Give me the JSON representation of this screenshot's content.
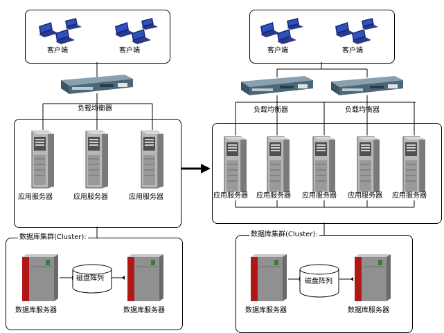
{
  "left": {
    "clients": [
      "客户端",
      "客户端"
    ],
    "load_balancer": "负载均衡器",
    "app_servers": [
      "应用服务器",
      "应用服务器",
      "应用服务器"
    ],
    "cluster_title": "数据库集群(Cluster):",
    "db_servers": [
      "数据库服务器",
      "数据库服务器"
    ],
    "disk_array": "磁盘阵列"
  },
  "right": {
    "clients": [
      "客户端",
      "客户端"
    ],
    "load_balancers": [
      "负载均衡器",
      "负载均衡器"
    ],
    "app_servers": [
      "应用服务器",
      "应用服务器",
      "应用服务器",
      "应用服务器",
      "应用服务器"
    ],
    "cluster_title": "数据库集群(Cluster):",
    "db_servers": [
      "数据库服务器",
      "数据库服务器"
    ],
    "disk_array": "磁盘阵列"
  },
  "colors": {
    "laptop_body": "#1a2a7a",
    "laptop_screen": "#3050c0",
    "server_body": "#b8b8b8",
    "balancer_body": "#4a6878",
    "db_red": "#b01818",
    "line": "#000000"
  }
}
